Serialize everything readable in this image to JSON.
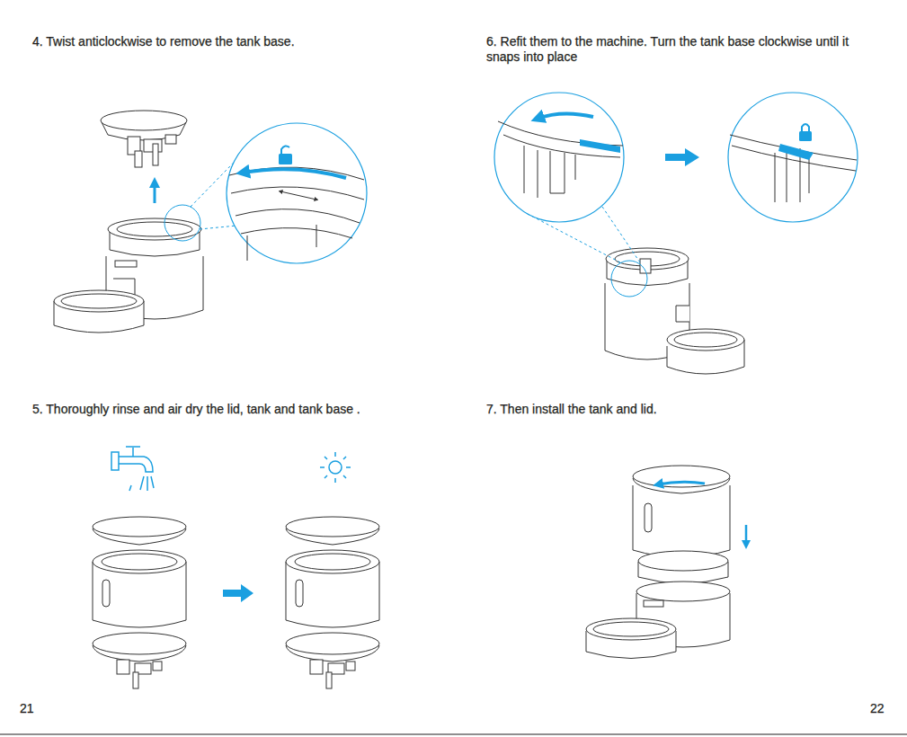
{
  "diagram": {
    "labels": [
      "4. Twist anticlockwise to remove the tank base.",
      "5. Thoroughly rinse and air dry the lid, tank and tank base .",
      "6. Refit them to the machine. Turn the tank base clockwise until it snaps into place",
      "7. Then install the tank and lid.",
      "21",
      "22"
    ]
  }
}
